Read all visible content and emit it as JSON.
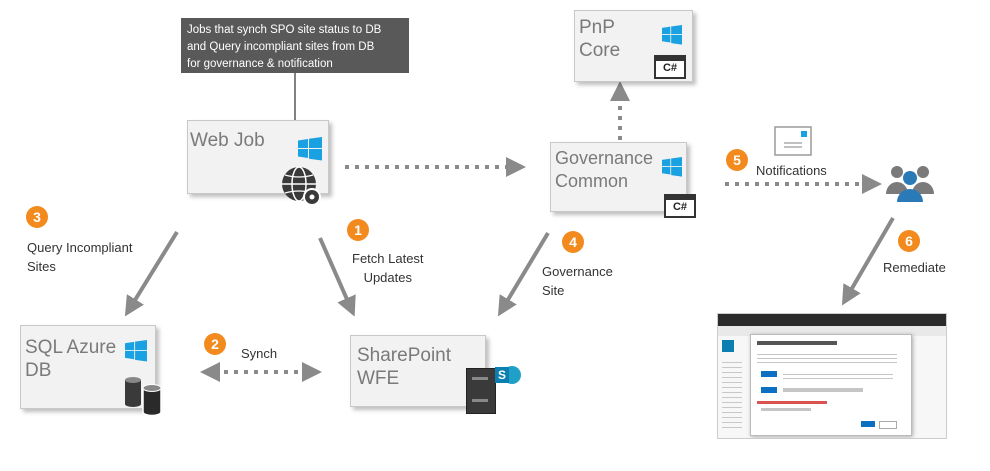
{
  "callout": {
    "text": "Jobs that synch SPO site status to DB\nand Query incompliant sites from DB\nfor governance & notification"
  },
  "boxes": {
    "web_job": "Web Job",
    "pnp_core": "PnP\nCore",
    "governance_common": "Governance\nCommon",
    "sql_azure": "SQL Azure\nDB",
    "sharepoint_wfe": "SharePoint\nWFE"
  },
  "icons": {
    "csharp": "C#",
    "sharepoint": "S"
  },
  "steps": [
    {
      "number": "1",
      "label": "Fetch Latest\nUpdates"
    },
    {
      "number": "2",
      "label": "Synch"
    },
    {
      "number": "3",
      "label": "Query Incompliant\nSites"
    },
    {
      "number": "4",
      "label": "Governance\nSite"
    },
    {
      "number": "5",
      "label": "Notifications"
    },
    {
      "number": "6",
      "label": "Remediate"
    }
  ],
  "colors": {
    "badge": "#f28a1e",
    "windows_blue": "#1aa1e1",
    "arrow": "#8a8a8a",
    "callout_bg": "#595959",
    "sharepoint_teal": "#0b7fb0"
  }
}
